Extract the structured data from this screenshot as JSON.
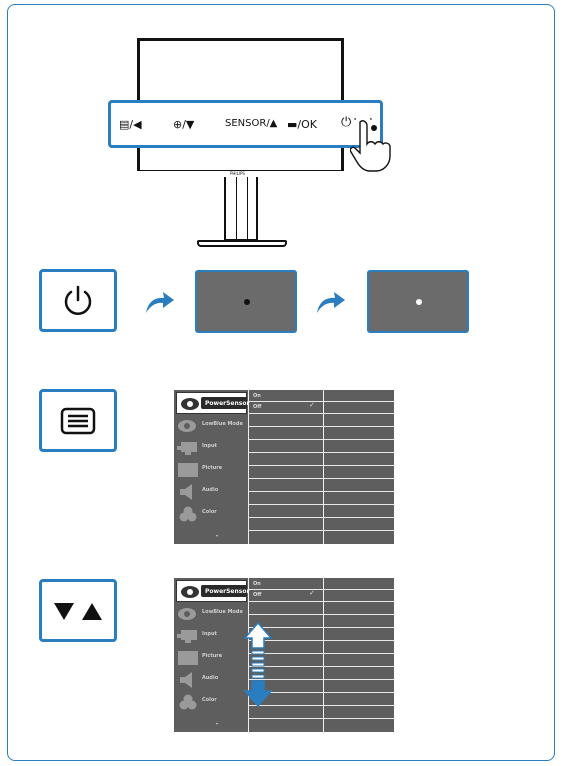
{
  "monitor": {
    "brand": "PHILIPS",
    "controls": [
      "▤/◀",
      "⊕/▼",
      "SENSOR/▲",
      "▬/OK",
      "⏻"
    ]
  },
  "power_sequence": {
    "button_icon": "power-icon",
    "screen_led_colors": [
      "#111111",
      "#ffffff"
    ],
    "accent": "#2a7dbf"
  },
  "menu_button": {
    "icon": "menu-icon"
  },
  "nav_button": {
    "icon": "down-up-arrows-icon",
    "label": "▼ ▲"
  },
  "osd": {
    "items": [
      {
        "label": "PowerSensor",
        "icon": "eye-icon"
      },
      {
        "label": "LowBlue Mode",
        "icon": "eye-icon"
      },
      {
        "label": "Input",
        "icon": "input-icon"
      },
      {
        "label": "Picture",
        "icon": "picture-icon"
      },
      {
        "label": "Audio",
        "icon": "speaker-icon"
      },
      {
        "label": "Color",
        "icon": "color-icon"
      }
    ],
    "options": [
      "On",
      "Off"
    ],
    "checked": "Off",
    "more": "▾"
  }
}
